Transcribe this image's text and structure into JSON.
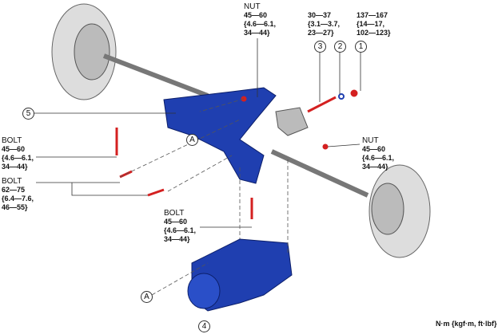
{
  "labels": {
    "nut_top": {
      "title": "NUT",
      "l1": "45—60",
      "l2": "{4.6—6.1,",
      "l3": "34—44}"
    },
    "part3_torque": {
      "l1": "30—37",
      "l2": "{3.1—3.7,",
      "l3": "23—27}"
    },
    "part1_torque": {
      "l1": "137—167",
      "l2": "{14—17,",
      "l3": "102—123}"
    },
    "bolt_left": {
      "title": "BOLT",
      "l1": "45—60",
      "l2": "{4.6—6.1,",
      "l3": "34—44}"
    },
    "bolt_left2": {
      "title": "BOLT",
      "l1": "62—75",
      "l2": "{6.4—7.6,",
      "l3": "46—55}"
    },
    "nut_right": {
      "title": "NUT",
      "l1": "45—60",
      "l2": "{4.6—6.1,",
      "l3": "34—44}"
    },
    "bolt_mid": {
      "title": "BOLT",
      "l1": "45—60",
      "l2": "{4.6—6.1,",
      "l3": "34—44}"
    }
  },
  "callouts": {
    "c1": "1",
    "c2": "2",
    "c3": "3",
    "c4": "4",
    "c5": "5",
    "a1": "A",
    "a2": "A"
  },
  "units": "N·m {kgf·m, ft·lbf}",
  "colors": {
    "part": "#1f3fb0",
    "fastener": "#d42020",
    "metal": "#b8b8b8"
  }
}
